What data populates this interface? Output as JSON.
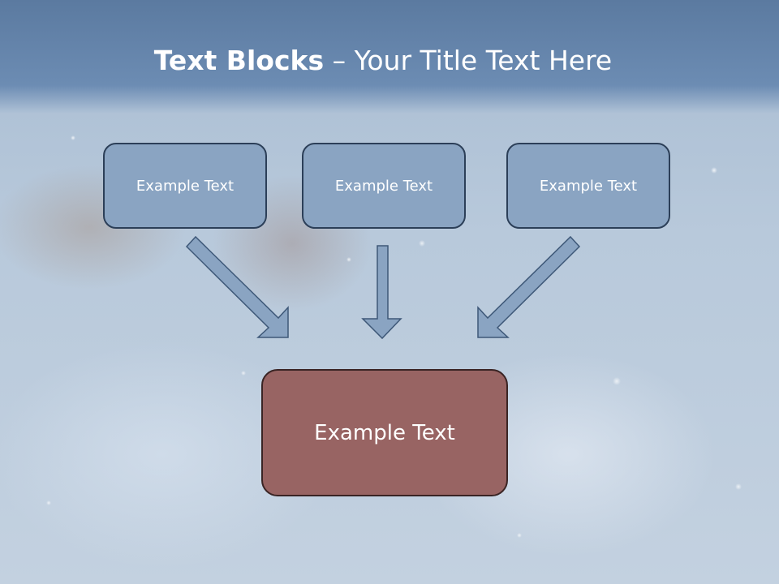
{
  "slide": {
    "title_bold": "Text Blocks",
    "title_dash": " – ",
    "title_rest": "Your Title Text Here"
  },
  "boxes": {
    "top": [
      {
        "label": "Example Text"
      },
      {
        "label": "Example Text"
      },
      {
        "label": "Example Text"
      }
    ],
    "bottom": {
      "label": "Example Text"
    }
  },
  "colors": {
    "title_band": "#6c8cb3",
    "top_box_fill": "#8aa4c2",
    "top_box_border": "#2c3f58",
    "bottom_box_fill": "#986463",
    "bottom_box_border": "#3a2424",
    "arrow_fill": "#8aa4c2",
    "arrow_stroke": "#3e5878"
  },
  "icons": [
    "arrow-down-right-icon",
    "arrow-down-icon",
    "arrow-down-left-icon"
  ]
}
